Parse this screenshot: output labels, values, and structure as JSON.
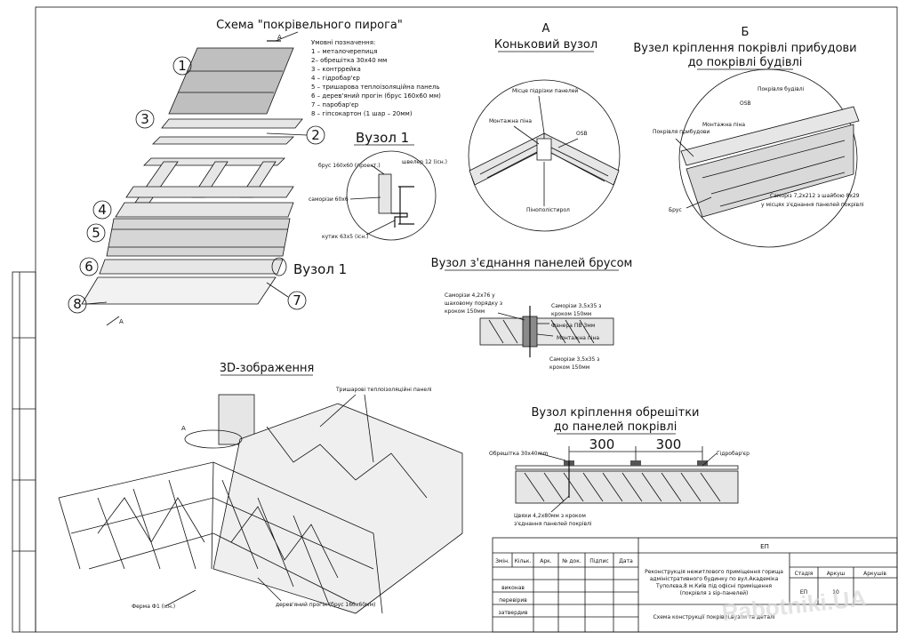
{
  "roof_scheme": {
    "title": "Схема \"покрівельного пирога\"",
    "section_mark": "А",
    "legend_title": "Умовні позначення:",
    "legend": [
      "1 – металочерепиця",
      "2– обрешітка 30х40 мм",
      "3 – контррейка",
      "4 – гідробар'єр",
      "5 – тришарова теплоізоляційна панель",
      "6 – дерев'яний прогін (брус 160х60 мм)",
      "7 – паробар'єр",
      "8 – гіпсокартон (1 шар – 20мм)"
    ],
    "callouts": [
      "1",
      "2",
      "3",
      "4",
      "5",
      "6",
      "7",
      "8"
    ],
    "node_label": "Вузол 1"
  },
  "node1": {
    "title": "Вузол 1",
    "labels": [
      "брус 160х60 (проект.)",
      "швелер 12 (існ.)",
      "саморізи 60х6",
      "кутик 63х5 (існ.)"
    ]
  },
  "ridge": {
    "letter": "А",
    "title": "Коньковий вузол",
    "labels": [
      "Місце підрізки панелей",
      "Монтажна піна",
      "OSB",
      "Пінополістирол"
    ]
  },
  "annex": {
    "letter": "Б",
    "title_1": "Вузел кріплення покрівлі прибудови",
    "title_2": "до покрівлі будівлі",
    "labels": [
      "Покрівля будівлі",
      "OSB",
      "Монтажна піна",
      "Покрівля прибудови",
      "Саморіз 7,2х212 з шайбою 8х29",
      "у місцях з'єднання панелей покрівлі",
      "Брус"
    ]
  },
  "joint": {
    "title": "Вузол з'єднання панелей брусом",
    "left_1": "Саморізи 4,2х76 у",
    "left_2": "шаховому порядку з",
    "left_3": "кроком 150мм",
    "right_1": "Саморізи 3,5х35 з",
    "right_2": "кроком 150мм",
    "right_3": "Фанера ПВ 3мм",
    "right_4": "Монтажна піна",
    "right_5": "Саморізи 3,5х35 з",
    "right_6": "кроком 150мм"
  },
  "view3d": {
    "title": "3D-зображення",
    "labels": [
      "Тришарові теплоізоляційні панелі",
      "А",
      "Ферма Ф1 (існ.)",
      "дерев'яний прогін (брус 160х60мм)"
    ]
  },
  "batten": {
    "title_1": "Вузол кріплення обрешітки",
    "title_2": "до панелей покрівлі",
    "dim_1": "300",
    "dim_2": "300",
    "labels": [
      "Обрешітка 30х40mm",
      "Гідробар'єр",
      "Цвяхи 4,2х80мм з кроком",
      "з'єднання панелей покрівлі"
    ]
  },
  "title_block": {
    "code": "ЕП",
    "project_1": "Реконструкція нежитлового приміщення горища",
    "project_2": "адміністративного будинку по вул.Академіка",
    "project_3": "Туполєва,8 м.Київ під офісні приміщення",
    "project_4": "(покрівля з sip-панелей)",
    "head": [
      "Змін.",
      "Кільк.",
      "Арк.",
      "№ док.",
      "Підпис",
      "Дата"
    ],
    "rows": [
      "виконав",
      "перевірив",
      "затвердив"
    ],
    "stage_head": [
      "Стадія",
      "Аркуш",
      "Аркушів"
    ],
    "stage_vals": [
      "ЕП",
      "10",
      ""
    ],
    "sheet_title": "Схема конструкції покрівлі,вузли та деталі"
  },
  "watermark": "Rabotniki.UA"
}
